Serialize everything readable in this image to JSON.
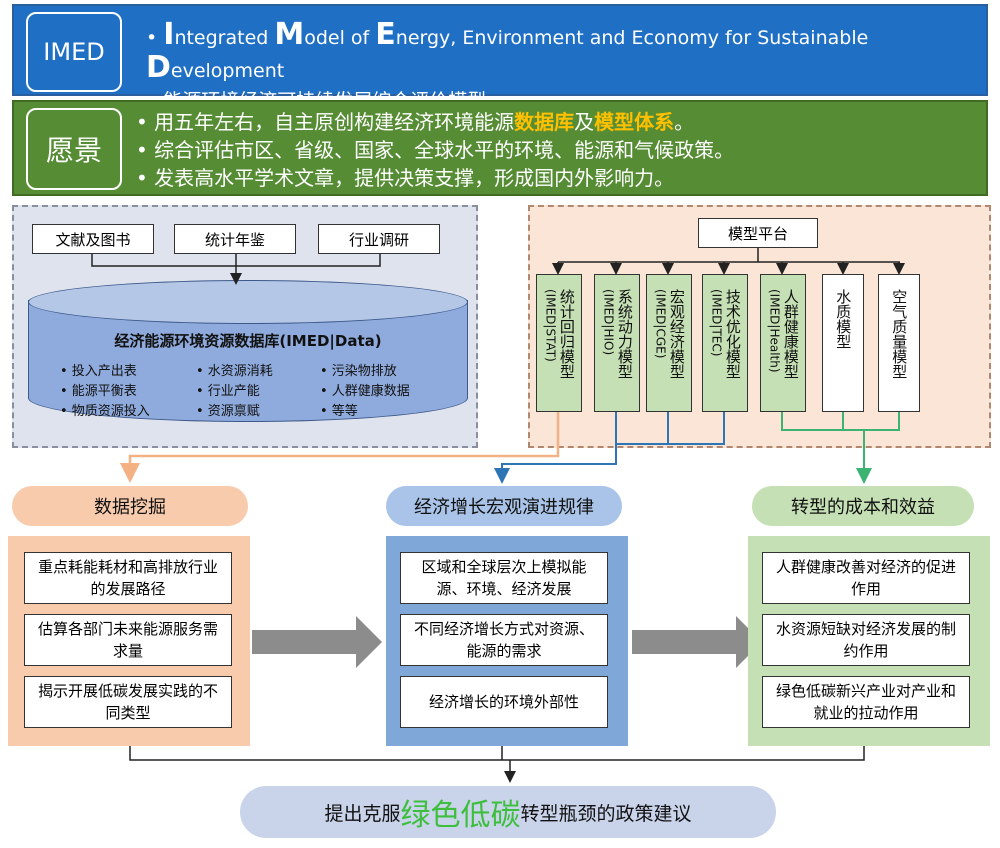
{
  "banner1": {
    "label": "IMED",
    "line1": {
      "bullet": "•",
      "I": "I",
      "t1": "ntegrated ",
      "M": "M",
      "t2": "odel of ",
      "E": "E",
      "t3": "nergy, Environment and Economy for Sustainable ",
      "D": "D",
      "t4": "evelopment"
    },
    "line2": "• 能源环境经济可持续发展综合评价模型"
  },
  "banner2": {
    "label": "愿景",
    "line1": {
      "pre": "• 用五年左右，自主原创构建经济环境能源",
      "hl1": "数据库",
      "mid": "及",
      "hl2": "模型体系",
      "post": "。"
    },
    "line2": "• 综合评估市区、省级、国家、全球水平的环境、能源和气候政策。",
    "line3": "• 发表高水平学术文章，提供决策支撑，形成国内外影响力。"
  },
  "data_panel": {
    "sources": [
      "文献及图书",
      "统计年鉴",
      "行业调研"
    ],
    "db_title": "经济能源环境资源数据库(IMED|Data)",
    "items": [
      [
        "• 投入产出表",
        "• 能源平衡表",
        "• 物质资源投入"
      ],
      [
        "• 水资源消耗",
        "• 行业产能",
        "• 资源禀赋"
      ],
      [
        "• 污染物排放",
        "• 人群健康数据",
        "• 等等"
      ]
    ]
  },
  "model_panel": {
    "platform": "模型平台",
    "models": [
      {
        "name": "统计回归模型",
        "sub": "(IMED|STAT)"
      },
      {
        "name": "系统动力模型",
        "sub": "(IMED|HIO)"
      },
      {
        "name": "宏观经济模型",
        "sub": "(IMED|CGE)"
      },
      {
        "name": "技术优化模型",
        "sub": "(IMED|TEC)"
      },
      {
        "name": "人群健康模型",
        "sub": "(IMED|Health)"
      },
      {
        "name": "水质模型",
        "sub": ""
      },
      {
        "name": "空气质量模型",
        "sub": ""
      }
    ]
  },
  "columns": [
    {
      "title": "数据挖掘",
      "items": [
        "重点耗能耗材和高排放行业的发展路径",
        "估算各部门未来能源服务需求量",
        "揭示开展低碳发展实践的不同类型"
      ]
    },
    {
      "title": "经济增长宏观演进规律",
      "items": [
        "区域和全球层次上模拟能源、环境、经济发展",
        "不同经济增长方式对资源、能源的需求",
        "经济增长的环境外部性"
      ]
    },
    {
      "title": "转型的成本和效益",
      "items": [
        "人群健康改善对经济的促进作用",
        "水资源短缺对经济发展的制约作用",
        "绿色低碳新兴产业对产业和就业的拉动作用"
      ]
    }
  ],
  "final": {
    "pre": "提出克服",
    "big": "绿色低碳",
    "post": "转型瓶颈的政策建议"
  },
  "colors": {
    "imed_blue": "#1f6fc5",
    "vision_green": "#568c34",
    "highlight": "#ffc000",
    "model_green": "#c5e0b4",
    "arrow_orange": "#f4b183",
    "arrow_blue": "#2e75b6",
    "arrow_green": "#3cb371"
  }
}
